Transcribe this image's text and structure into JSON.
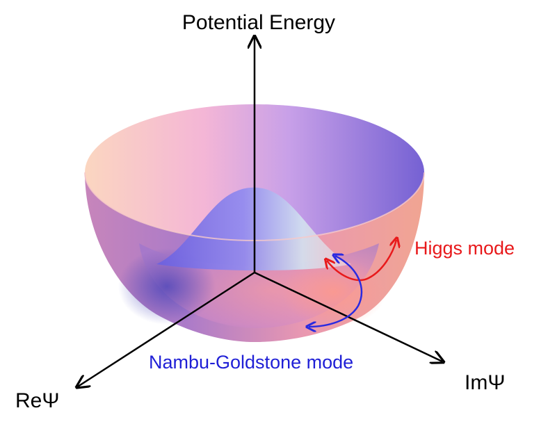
{
  "axes": {
    "vertical_label": "Potential Energy",
    "real_label": "ReΨ",
    "imag_label": "ImΨ"
  },
  "modes": {
    "higgs": {
      "label": "Higgs mode",
      "color": "#e8191b"
    },
    "goldstone": {
      "label": "Nambu-Goldstone mode",
      "color": "#1f1fd6"
    }
  },
  "colors": {
    "axis": "#000000",
    "surface_warm": "#f2a58c",
    "surface_cool": "#7f64d6"
  }
}
